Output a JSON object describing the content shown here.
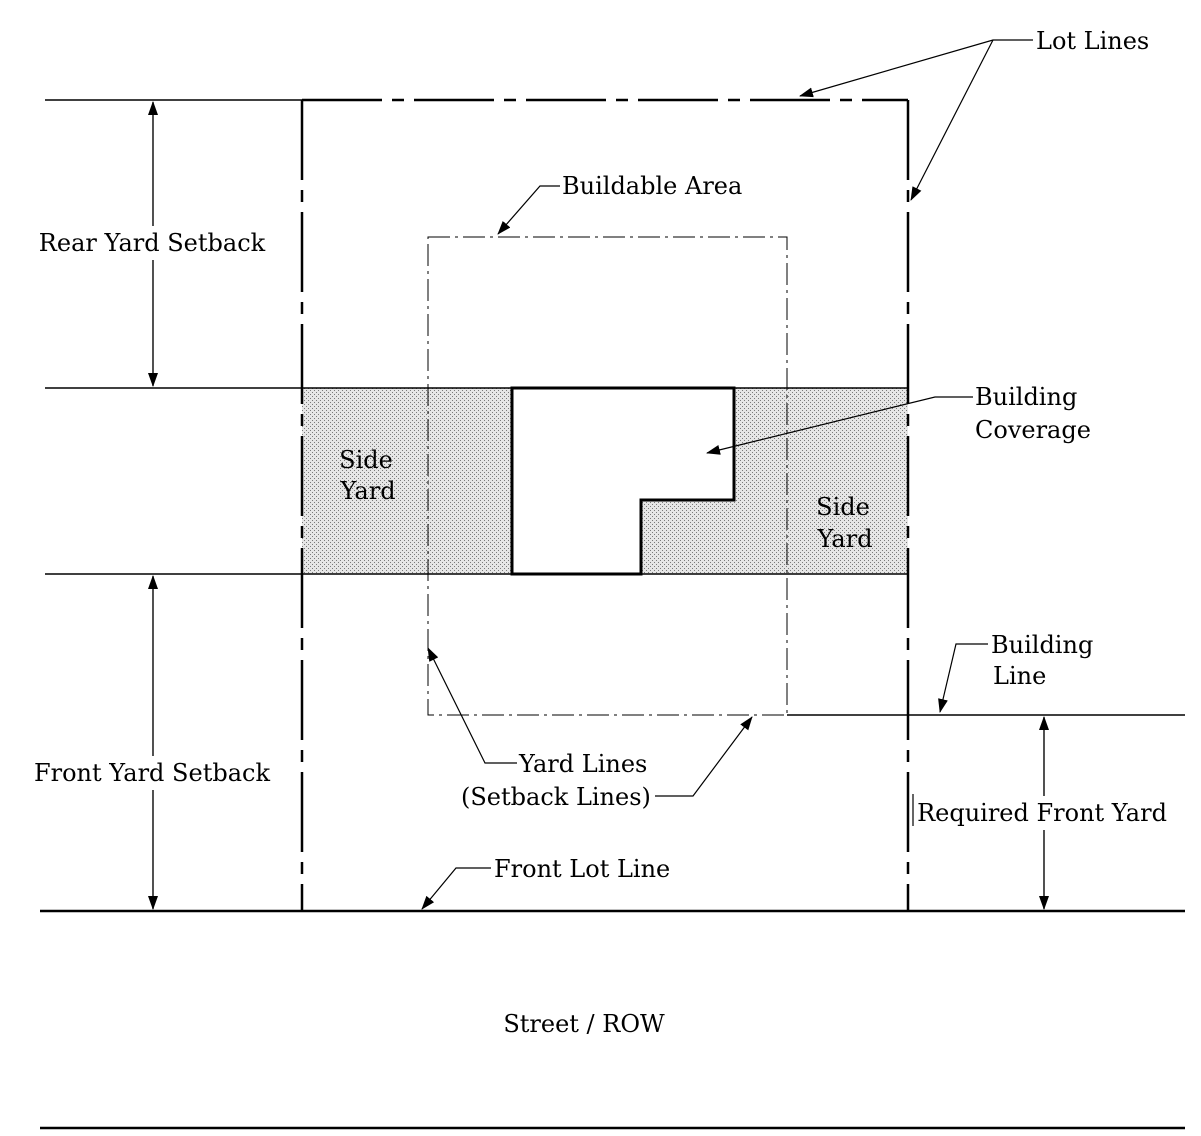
{
  "labels": {
    "lot_lines": "Lot Lines",
    "buildable_area": "Buildable Area",
    "rear_yard_setback": "Rear Yard Setback",
    "building_coverage_1": "Building",
    "building_coverage_2": "Coverage",
    "side_yard_left_1": "Side",
    "side_yard_left_2": "Yard",
    "side_yard_right_1": "Side",
    "side_yard_right_2": "Yard",
    "building_line_1": "Building",
    "building_line_2": "Line",
    "front_yard_setback": "Front Yard Setback",
    "yard_lines_1": "Yard Lines",
    "yard_lines_2": "(Setback Lines)",
    "required_front_yard": "Required Front Yard",
    "front_lot_line": "Front Lot Line",
    "street_row": "Street / ROW"
  },
  "colors": {
    "line": "#000000",
    "side_yard_fill": "#dcdcdc",
    "background": "#ffffff"
  }
}
